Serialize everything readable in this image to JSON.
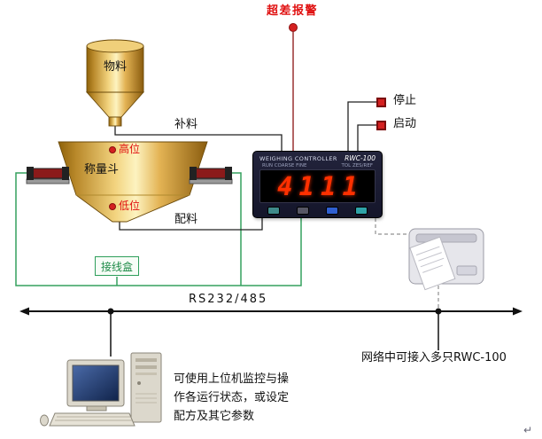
{
  "labels": {
    "alarm": "超差报警",
    "material": "物料",
    "weigh_hopper": "称量斗",
    "high_level": "高位",
    "low_level": "低位",
    "feed": "补料",
    "discharge": "配料",
    "junction_box": "接线盒",
    "stop": "停止",
    "start": "启动",
    "bus": "RS232/485",
    "network_note": "网络中可接入多只RWC-100",
    "pc_note": [
      "可使用上位机监控与操",
      "作各运行状态，或设定",
      "配方及其它参数"
    ],
    "return_mark": "↵"
  },
  "controller": {
    "name": "WEIGHING  CONTROLLER",
    "model": "RWC-100",
    "indicators_left": "RUN   COARSE   FINE",
    "indicators_right": "TOL   ZES/REF",
    "display": "4111",
    "key_colors": [
      "#3f8a8a",
      "#565664",
      "#2f5fd0",
      "#2fa3a8"
    ]
  },
  "colors": {
    "alarm_red": "#d42020",
    "wire_green": "#35a05e",
    "bus_black": "#111111",
    "controller_body": "#1b1c30",
    "display_red": "#ff3000",
    "hopper_gold_light": "#fdf3c0",
    "hopper_gold_dark": "#8a5c0e"
  }
}
